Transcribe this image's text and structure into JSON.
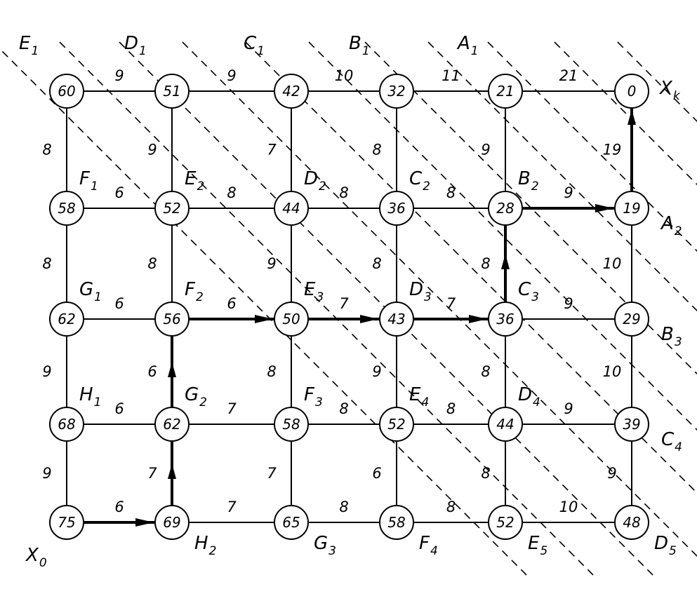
{
  "nodes": [
    {
      "id": "r0c0",
      "value": "60"
    },
    {
      "id": "r0c1",
      "value": "51"
    },
    {
      "id": "r0c2",
      "value": "42"
    },
    {
      "id": "r0c3",
      "value": "32"
    },
    {
      "id": "r0c4",
      "value": "21"
    },
    {
      "id": "r0c5",
      "value": "0"
    },
    {
      "id": "r1c0",
      "value": "58"
    },
    {
      "id": "r1c1",
      "value": "52"
    },
    {
      "id": "r1c2",
      "value": "44"
    },
    {
      "id": "r1c3",
      "value": "36"
    },
    {
      "id": "r1c4",
      "value": "28"
    },
    {
      "id": "r1c5",
      "value": "19"
    },
    {
      "id": "r2c0",
      "value": "62"
    },
    {
      "id": "r2c1",
      "value": "56"
    },
    {
      "id": "r2c2",
      "value": "50"
    },
    {
      "id": "r2c3",
      "value": "43"
    },
    {
      "id": "r2c4",
      "value": "36"
    },
    {
      "id": "r2c5",
      "value": "29"
    },
    {
      "id": "r3c0",
      "value": "68"
    },
    {
      "id": "r3c1",
      "value": "62"
    },
    {
      "id": "r3c2",
      "value": "58"
    },
    {
      "id": "r3c3",
      "value": "52"
    },
    {
      "id": "r3c4",
      "value": "44"
    },
    {
      "id": "r3c5",
      "value": "39"
    },
    {
      "id": "r4c0",
      "value": "75"
    },
    {
      "id": "r4c1",
      "value": "69"
    },
    {
      "id": "r4c2",
      "value": "65"
    },
    {
      "id": "r4c3",
      "value": "58"
    },
    {
      "id": "r4c4",
      "value": "52"
    },
    {
      "id": "r4c5",
      "value": "48"
    }
  ],
  "horizontal_edges": [
    {
      "from": "r0c0",
      "to": "r0c1",
      "weight": "9"
    },
    {
      "from": "r0c1",
      "to": "r0c2",
      "weight": "9"
    },
    {
      "from": "r0c2",
      "to": "r0c3",
      "weight": "10"
    },
    {
      "from": "r0c3",
      "to": "r0c4",
      "weight": "11"
    },
    {
      "from": "r0c4",
      "to": "r0c5",
      "weight": "21"
    },
    {
      "from": "r1c0",
      "to": "r1c1",
      "weight": "6"
    },
    {
      "from": "r1c1",
      "to": "r1c2",
      "weight": "8"
    },
    {
      "from": "r1c2",
      "to": "r1c3",
      "weight": "8"
    },
    {
      "from": "r1c3",
      "to": "r1c4",
      "weight": "8"
    },
    {
      "from": "r1c4",
      "to": "r1c5",
      "weight": "9",
      "bold": true
    },
    {
      "from": "r2c0",
      "to": "r2c1",
      "weight": "6"
    },
    {
      "from": "r2c1",
      "to": "r2c2",
      "weight": "6",
      "bold": true
    },
    {
      "from": "r2c2",
      "to": "r2c3",
      "weight": "7",
      "bold": true
    },
    {
      "from": "r2c3",
      "to": "r2c4",
      "weight": "7",
      "bold": true
    },
    {
      "from": "r2c4",
      "to": "r2c5",
      "weight": "9"
    },
    {
      "from": "r3c0",
      "to": "r3c1",
      "weight": "6"
    },
    {
      "from": "r3c1",
      "to": "r3c2",
      "weight": "7"
    },
    {
      "from": "r3c2",
      "to": "r3c3",
      "weight": "8"
    },
    {
      "from": "r3c3",
      "to": "r3c4",
      "weight": "8"
    },
    {
      "from": "r3c4",
      "to": "r3c5",
      "weight": "9"
    },
    {
      "from": "r4c0",
      "to": "r4c1",
      "weight": "6",
      "bold": true
    },
    {
      "from": "r4c1",
      "to": "r4c2",
      "weight": "7"
    },
    {
      "from": "r4c2",
      "to": "r4c3",
      "weight": "8"
    },
    {
      "from": "r4c3",
      "to": "r4c4",
      "weight": "8"
    },
    {
      "from": "r4c4",
      "to": "r4c5",
      "weight": "10"
    }
  ],
  "vertical_edges": [
    {
      "from": "r0c0",
      "to": "r1c0",
      "weight": "8"
    },
    {
      "from": "r1c0",
      "to": "r2c0",
      "weight": "8"
    },
    {
      "from": "r2c0",
      "to": "r3c0",
      "weight": "9"
    },
    {
      "from": "r3c0",
      "to": "r4c0",
      "weight": "9"
    },
    {
      "from": "r0c1",
      "to": "r1c1",
      "weight": "9"
    },
    {
      "from": "r1c1",
      "to": "r2c1",
      "weight": "8"
    },
    {
      "from": "r2c1",
      "to": "r3c1",
      "weight": "6",
      "bold": true
    },
    {
      "from": "r3c1",
      "to": "r4c1",
      "weight": "7",
      "bold": true
    },
    {
      "from": "r0c2",
      "to": "r1c2",
      "weight": "7"
    },
    {
      "from": "r1c2",
      "to": "r2c2",
      "weight": "9"
    },
    {
      "from": "r2c2",
      "to": "r3c2",
      "weight": "8"
    },
    {
      "from": "r3c2",
      "to": "r4c2",
      "weight": "7"
    },
    {
      "from": "r0c3",
      "to": "r1c3",
      "weight": "8"
    },
    {
      "from": "r1c3",
      "to": "r2c3",
      "weight": "8"
    },
    {
      "from": "r2c3",
      "to": "r3c3",
      "weight": "9"
    },
    {
      "from": "r3c3",
      "to": "r4c3",
      "weight": "6"
    },
    {
      "from": "r0c4",
      "to": "r1c4",
      "weight": "9"
    },
    {
      "from": "r1c4",
      "to": "r2c4",
      "weight": "8",
      "bold": true
    },
    {
      "from": "r2c4",
      "to": "r3c4",
      "weight": "8"
    },
    {
      "from": "r3c4",
      "to": "r4c4",
      "weight": "8"
    },
    {
      "from": "r0c5",
      "to": "r1c5",
      "weight": "19",
      "bold": true
    },
    {
      "from": "r1c5",
      "to": "r2c5",
      "weight": "10"
    },
    {
      "from": "r2c5",
      "to": "r3c5",
      "weight": "10"
    },
    {
      "from": "r3c5",
      "to": "r4c5",
      "weight": "9"
    }
  ],
  "labels": [
    {
      "main": "E",
      "sub": "1"
    },
    {
      "main": "D",
      "sub": "1"
    },
    {
      "main": "C",
      "sub": "1"
    },
    {
      "main": "B",
      "sub": "1"
    },
    {
      "main": "A",
      "sub": "1"
    },
    {
      "main": "X",
      "sub": "k"
    },
    {
      "main": "F",
      "sub": "1"
    },
    {
      "main": "E",
      "sub": "2"
    },
    {
      "main": "D",
      "sub": "2"
    },
    {
      "main": "C",
      "sub": "2"
    },
    {
      "main": "B",
      "sub": "2"
    },
    {
      "main": "A",
      "sub": "2"
    },
    {
      "main": "G",
      "sub": "1"
    },
    {
      "main": "F",
      "sub": "2"
    },
    {
      "main": "E",
      "sub": "3"
    },
    {
      "main": "D",
      "sub": "3"
    },
    {
      "main": "C",
      "sub": "3"
    },
    {
      "main": "B",
      "sub": "3"
    },
    {
      "main": "H",
      "sub": "1"
    },
    {
      "main": "G",
      "sub": "2"
    },
    {
      "main": "F",
      "sub": "3"
    },
    {
      "main": "E",
      "sub": "4"
    },
    {
      "main": "D",
      "sub": "4"
    },
    {
      "main": "C",
      "sub": "4"
    },
    {
      "main": "X",
      "sub": "0"
    },
    {
      "main": "H",
      "sub": "2"
    },
    {
      "main": "G",
      "sub": "3"
    },
    {
      "main": "F",
      "sub": "4"
    },
    {
      "main": "E",
      "sub": "5"
    },
    {
      "main": "D",
      "sub": "5"
    }
  ]
}
